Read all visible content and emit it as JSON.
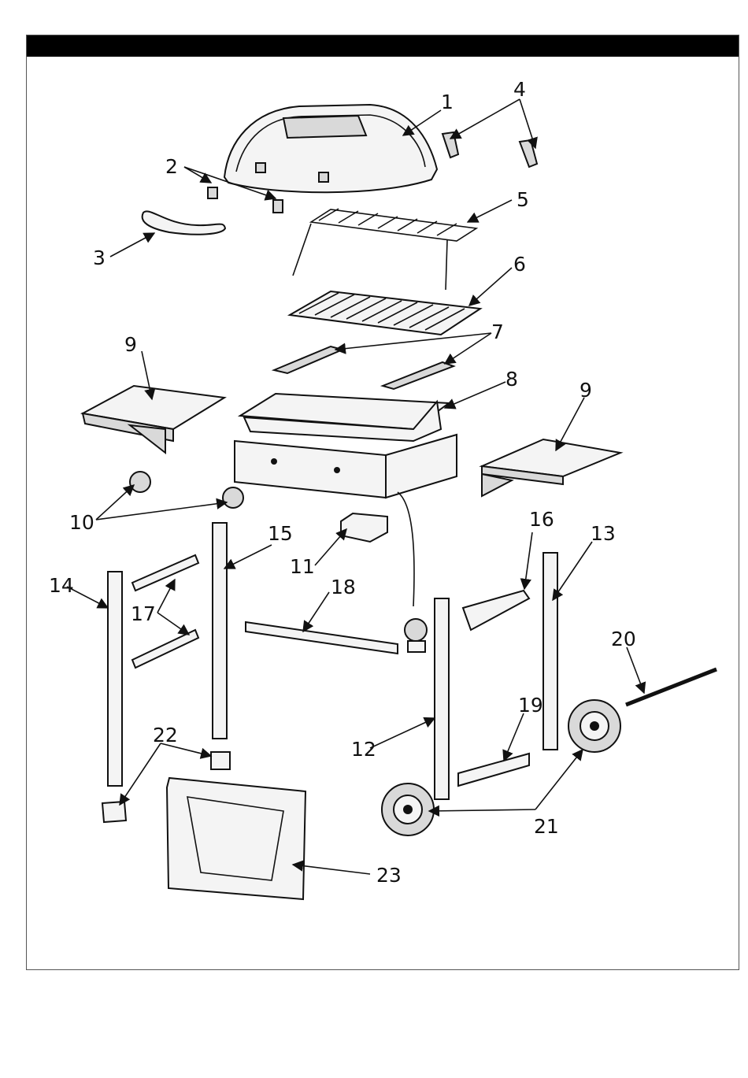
{
  "diagram": {
    "labels": [
      "1",
      "2",
      "3",
      "4",
      "5",
      "6",
      "7",
      "8",
      "9",
      "9",
      "10",
      "11",
      "12",
      "13",
      "14",
      "15",
      "16",
      "17",
      "18",
      "19",
      "20",
      "21",
      "22",
      "23"
    ]
  }
}
